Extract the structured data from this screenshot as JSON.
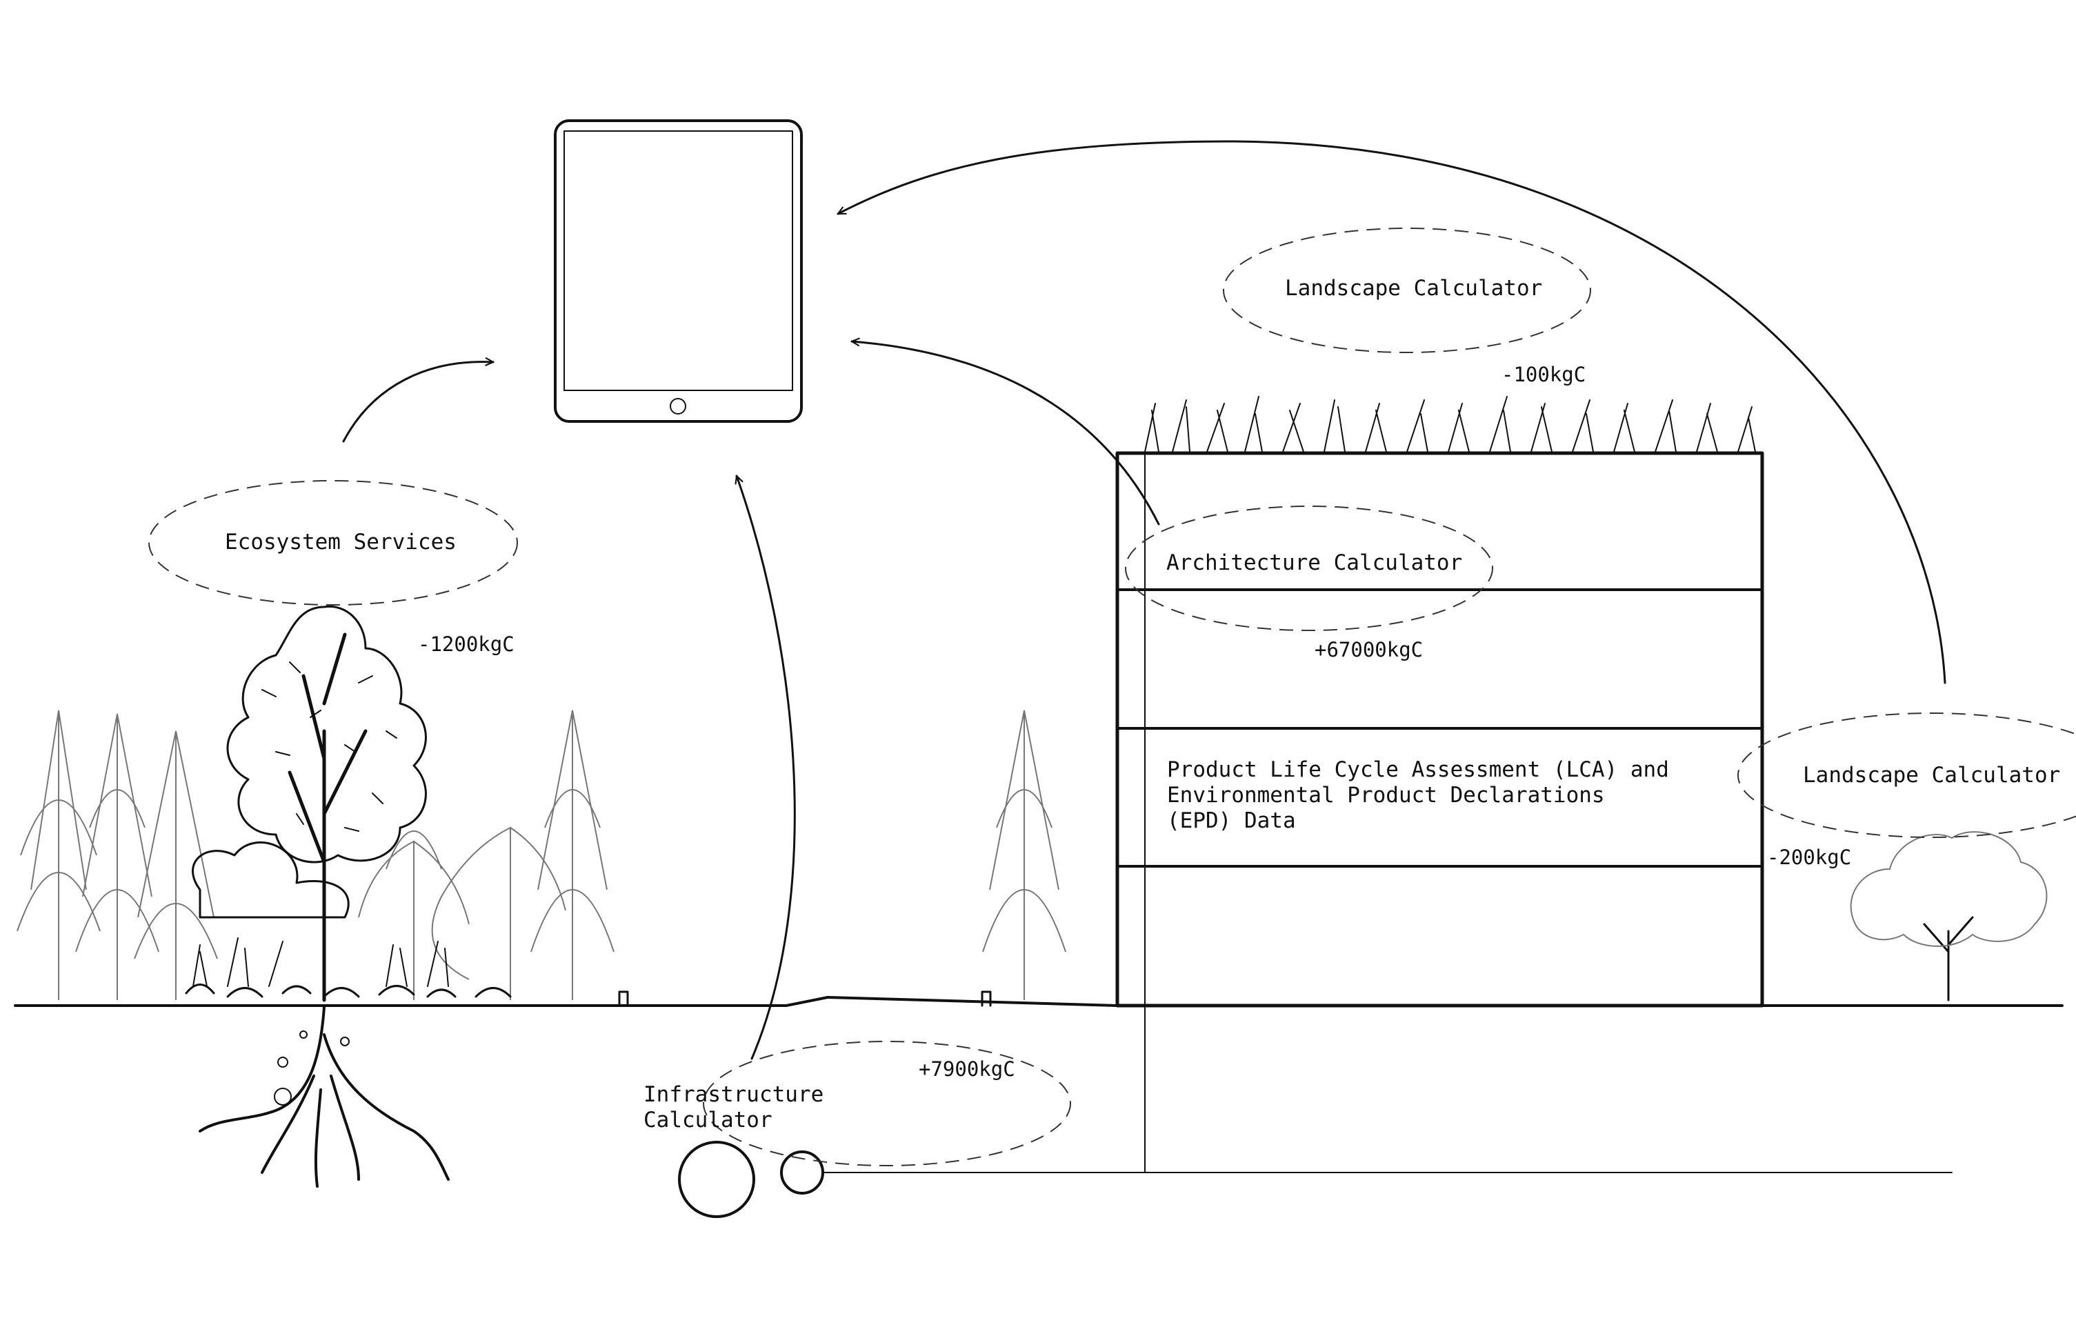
{
  "labels": {
    "ecosystem_services": "Ecosystem Services",
    "ecosystem_value": "-1200kgC",
    "infrastructure_calculator_line1": "Infrastructure",
    "infrastructure_calculator_line2": "Calculator",
    "infrastructure_value": "+7900kgC",
    "architecture_calculator": "Architecture Calculator",
    "architecture_value": "+67000kgC",
    "landscape_calculator_top": "Landscape Calculator",
    "landscape_top_value": "-100kgC",
    "landscape_calculator_right": "Landscape Calculator",
    "landscape_right_value": "-200kgC",
    "lca_line1": "Product Life Cycle Assessment (LCA) and",
    "lca_line2": "Environmental Product Declarations",
    "lca_line3": "(EPD) Data"
  },
  "colors": {
    "ink": "#111111",
    "tree_outline": "#777777",
    "background": "#ffffff"
  },
  "icons": {
    "device": "tablet-icon"
  }
}
